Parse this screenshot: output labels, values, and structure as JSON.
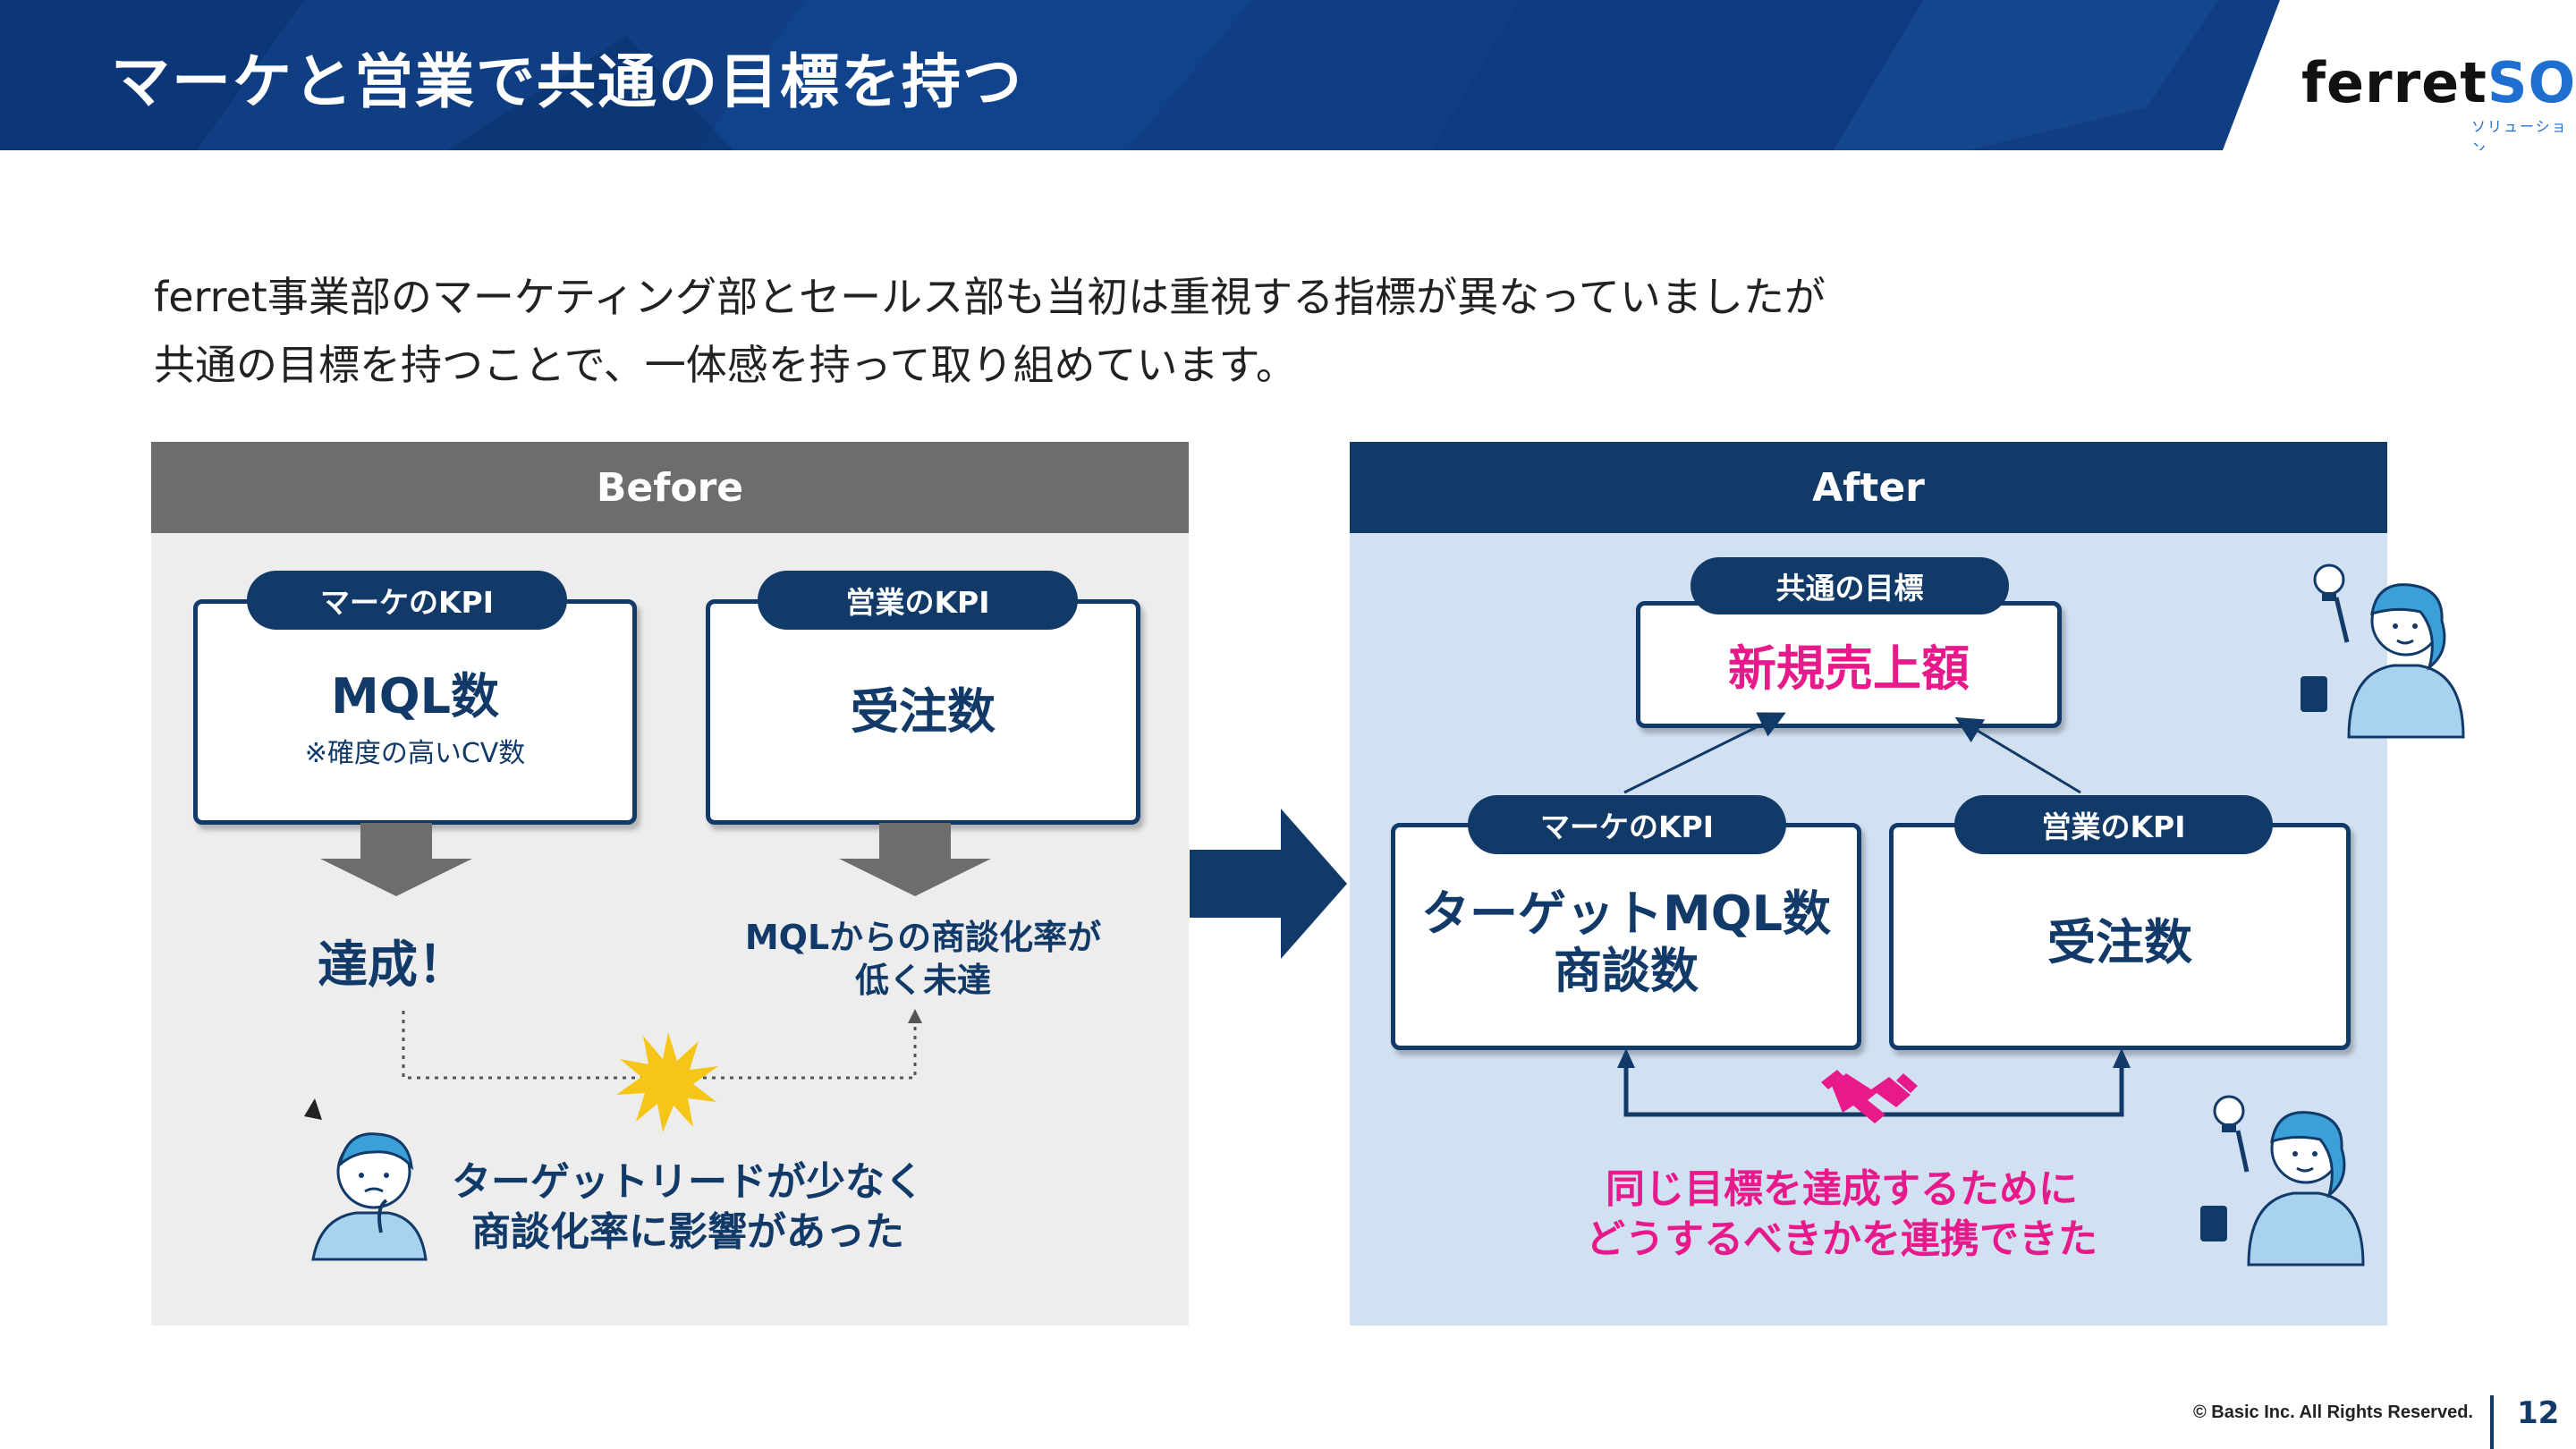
{
  "header": {
    "title": "マーケと営業で共通の目標を持つ",
    "logo_main": "ferret",
    "logo_accent": "SOL",
    "logo_sub": "ソリューション"
  },
  "intro": {
    "line1": "ferret事業部のマーケティング部とセールス部も当初は重視する指標が異なっていましたが",
    "line2": "共通の目標を持つことで、一体感を持って取り組めています。"
  },
  "before": {
    "heading": "Before",
    "marke_kpi": {
      "tag": "マーケのKPI",
      "value": "MQL数",
      "note": "※確度の高いCV数"
    },
    "sales_kpi": {
      "tag": "営業のKPI",
      "value": "受注数"
    },
    "marke_result": "達成！",
    "sales_result_line1": "MQLからの商談化率が",
    "sales_result_line2": "低く未達",
    "problem_line1": "ターゲットリードが少なく",
    "problem_line2": "商談化率に影響があった"
  },
  "after": {
    "heading": "After",
    "common_goal": {
      "tag": "共通の目標",
      "value": "新規売上額"
    },
    "marke_kpi": {
      "tag": "マーケのKPI",
      "value_line1": "ターゲットMQL数",
      "value_line2": "商談数"
    },
    "sales_kpi": {
      "tag": "営業のKPI",
      "value": "受注数"
    },
    "result_line1": "同じ目標を達成するために",
    "result_line2": "どうするべきかを連携できた"
  },
  "colors": {
    "navy": "#123a69",
    "header_blue": "#0f3e83",
    "pink": "#e8198b",
    "before_bg": "#ededed",
    "after_bg": "#d2e1f2",
    "before_head": "#6d6d6d",
    "burst": "#f5c518"
  },
  "icons": {
    "down_arrow": "down-arrow-icon",
    "right_arrow": "right-arrow-icon",
    "handshake": "handshake-icon",
    "clash": "clash-burst-icon"
  },
  "footer": {
    "copyright": "© Basic Inc. All Rights Reserved.",
    "page": "12"
  }
}
